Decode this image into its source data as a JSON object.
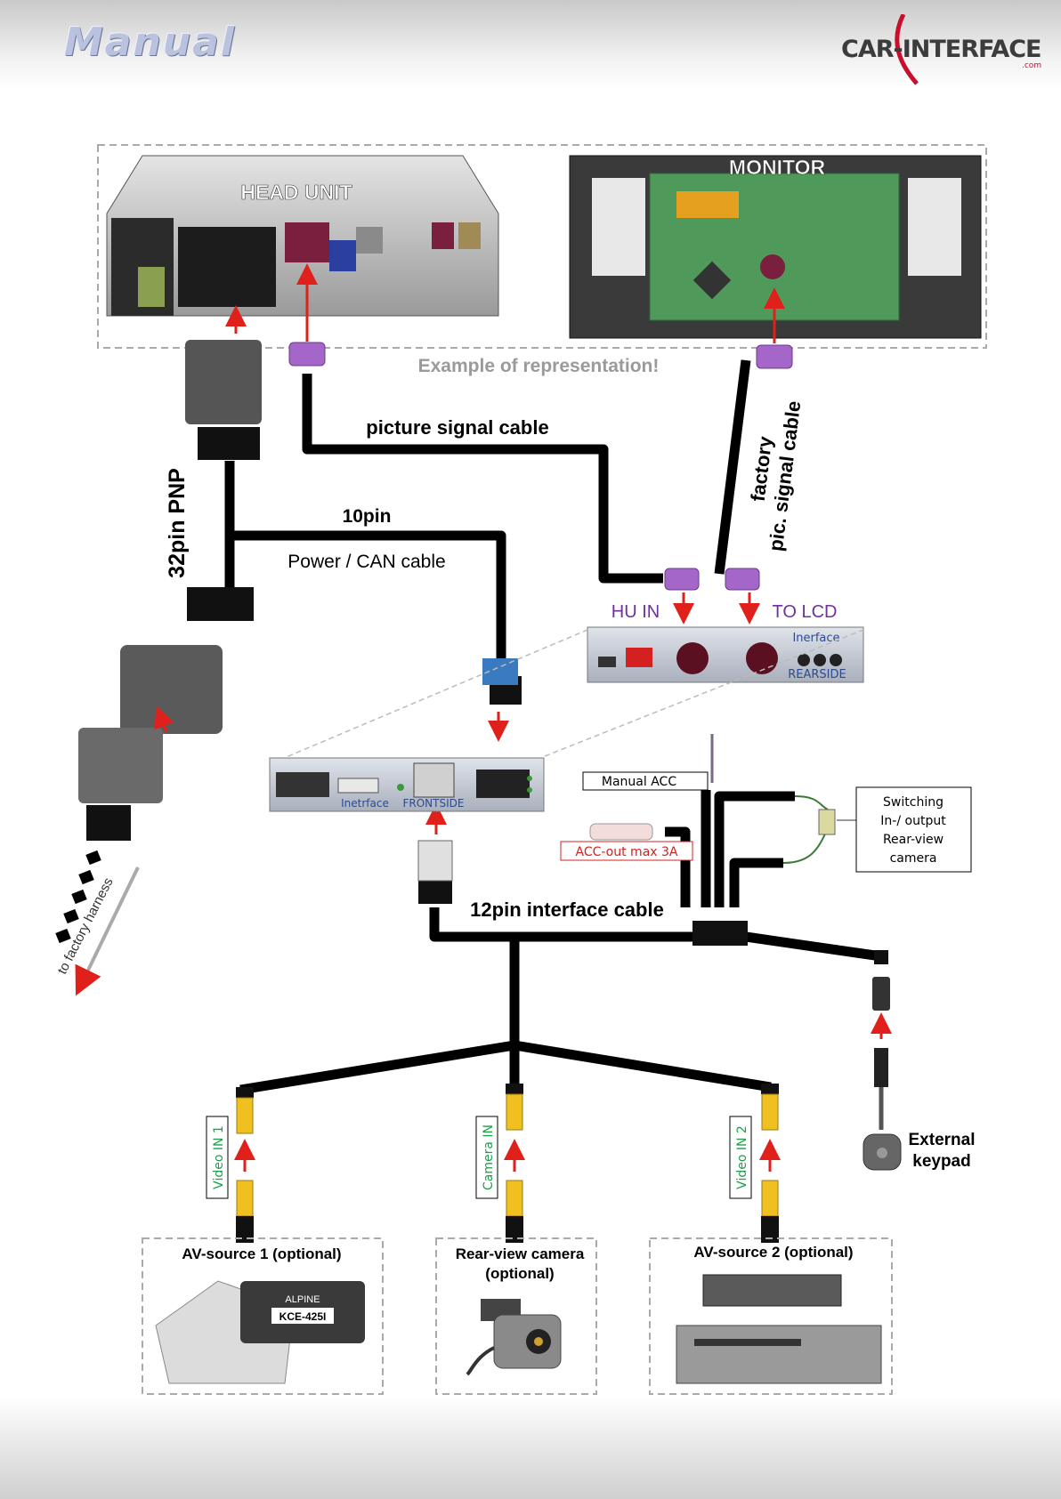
{
  "header": {
    "title": "Manual",
    "logo": "CAR-INTERFACE",
    "logo_suffix": ".com"
  },
  "labels": {
    "head_unit": "HEAD UNIT",
    "monitor": "MONITOR",
    "example": "Example  of representation!",
    "picture_signal_cable": "picture signal cable",
    "factory": "factory",
    "pic_signal_cable": "pic. signal cable",
    "pnp32": "32pin PNP",
    "pin10": "10pin",
    "power_can_cable": "Power / CAN cable",
    "hu_in": "HU IN",
    "to_lcd": "TO LCD",
    "interface_rear": "Inerface",
    "rearside": "REARSIDE",
    "interface_front": "Inetrface",
    "frontside": "FRONTSIDE",
    "manual_acc": "Manual ACC",
    "acc_out": "ACC-out max 3A",
    "switching": [
      "Switching",
      "In-/ output",
      "Rear-view",
      "camera"
    ],
    "cable12": "12pin interface cable",
    "to_factory_harness": "to factory harness",
    "video_in_1": "Video IN 1",
    "camera_in": "Camera IN",
    "video_in_2": "Video IN 2",
    "external_keypad": [
      "External",
      "keypad"
    ],
    "av_source_1": "AV-source 1 (optional)",
    "rear_view_camera": [
      "Rear-view camera",
      "(optional)"
    ],
    "av_source_2": "AV-source 2 (optional)",
    "kce_product": [
      "ALPINE",
      "KCE-425I"
    ]
  },
  "colors": {
    "accent": "#7030a0",
    "arrow": "#e0201a",
    "green_label": "#1e9e4a",
    "red_label": "#d42020",
    "blue_label": "#2e4a8c",
    "cable": "#000000",
    "fakra_violet": "#a466c9"
  }
}
